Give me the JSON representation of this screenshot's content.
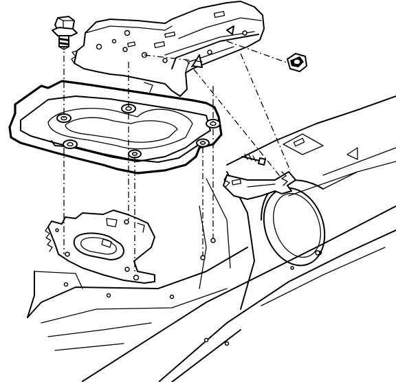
{
  "figure": {
    "kind": "exploded-assembly-illustration",
    "parts": [
      "mounting-bracket",
      "tray",
      "bolt",
      "nut",
      "body-frame",
      "wheel-well",
      "stud"
    ],
    "line_color": "#000000",
    "background_color": "#ffffff"
  }
}
